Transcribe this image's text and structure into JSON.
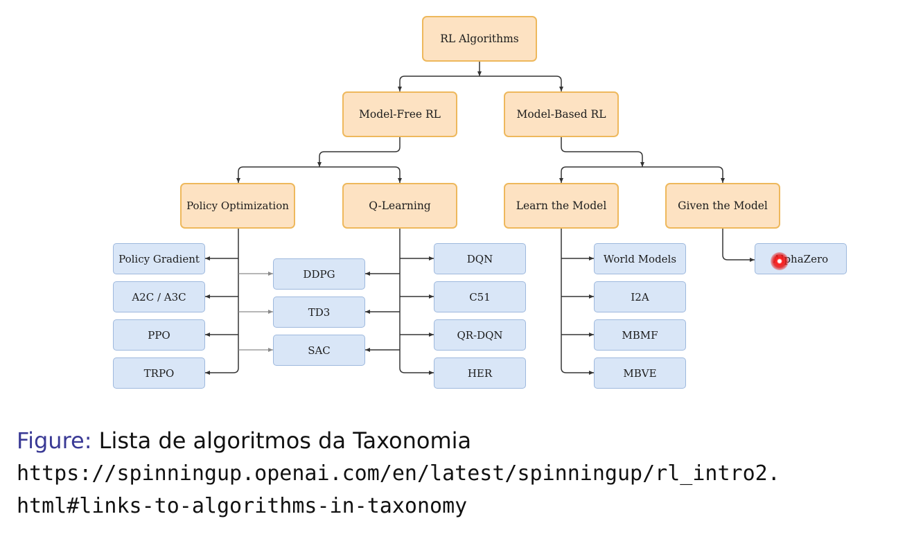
{
  "diagram": {
    "root": "RL Algorithms",
    "branches": [
      "Model-Free RL",
      "Model-Based RL"
    ],
    "categories": [
      "Policy Optimization",
      "Q-Learning",
      "Learn the Model",
      "Given the Model"
    ],
    "policy_optimization_algorithms": [
      "Policy Gradient",
      "A2C / A3C",
      "PPO",
      "TRPO"
    ],
    "hybrid_algorithms": [
      "DDPG",
      "TD3",
      "SAC"
    ],
    "q_learning_algorithms": [
      "DQN",
      "C51",
      "QR-DQN",
      "HER"
    ],
    "learn_model_algorithms": [
      "World Models",
      "I2A",
      "MBMF",
      "MBVE"
    ],
    "given_model_algorithms": [
      "AlphaZero"
    ],
    "colors": {
      "category_fill": "#fde2c2",
      "category_border": "#eeb85c",
      "algorithm_fill": "#d9e6f7",
      "algorithm_border": "#9db8dd",
      "edge": "#333333",
      "cursor_highlight": "#ff1f1f"
    }
  },
  "caption": {
    "prefix": "Figure:",
    "text": "Lista de algoritmos da Taxonomia",
    "url_line_1": "https://spinningup.openai.com/en/latest/spinningup/rl_intro2.",
    "url_line_2": "html#links-to-algorithms-in-taxonomy",
    "prefix_color": "#3a3a95"
  }
}
